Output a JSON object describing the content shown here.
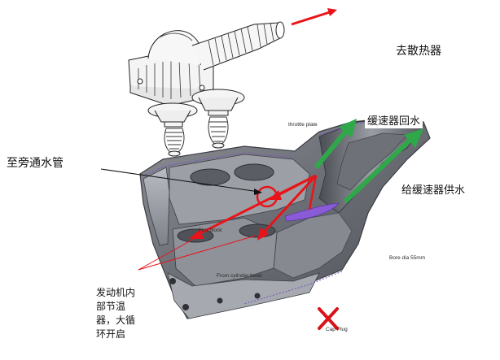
{
  "labels": {
    "radiator": "去散热器",
    "bypass_pipe": "至旁通水管",
    "retarder_return": "缓速器回水",
    "retarder_supply": "给缓速器供水",
    "thermostat_note_lines": [
      "发动机内",
      "部节温",
      "器，大循",
      "环开启"
    ]
  },
  "small_labels": {
    "throttle_plate": "throttle plate",
    "bore_dia": "Bore dia 55mm",
    "from_block": "From cylinder head",
    "from_block2": "Frm block",
    "cap_plug": "Cap Plug"
  },
  "colors": {
    "arrow_red": "#e8141a",
    "arrow_green": "#2fa84a",
    "purple_plate": "#8a5bd6",
    "metal_dark": "#5c5f66",
    "metal_light": "#c9cbd0",
    "cross_red": "#d8141a"
  },
  "icons": {
    "cross": "x-cross-icon"
  }
}
